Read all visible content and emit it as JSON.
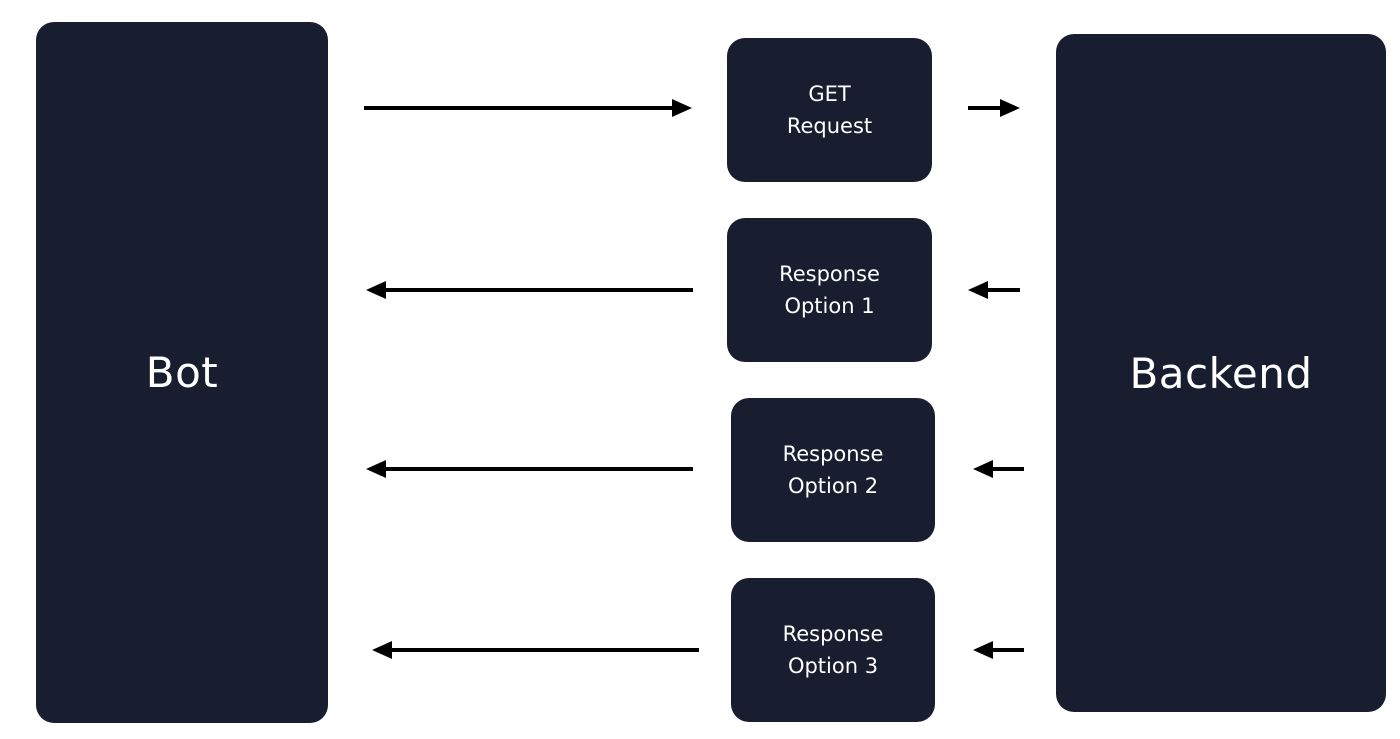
{
  "diagram": {
    "bot": {
      "label": "Bot"
    },
    "backend": {
      "label": "Backend"
    },
    "request": {
      "line1": "GET",
      "line2": "Request"
    },
    "responses": [
      {
        "line1": "Response",
        "line2": "Option 1"
      },
      {
        "line1": "Response",
        "line2": "Option 2"
      },
      {
        "line1": "Response",
        "line2": "Option 3"
      }
    ]
  },
  "colors": {
    "node_fill": "#181e2f",
    "node_text": "#ffffff",
    "arrow": "#000000",
    "background": "#ffffff"
  }
}
